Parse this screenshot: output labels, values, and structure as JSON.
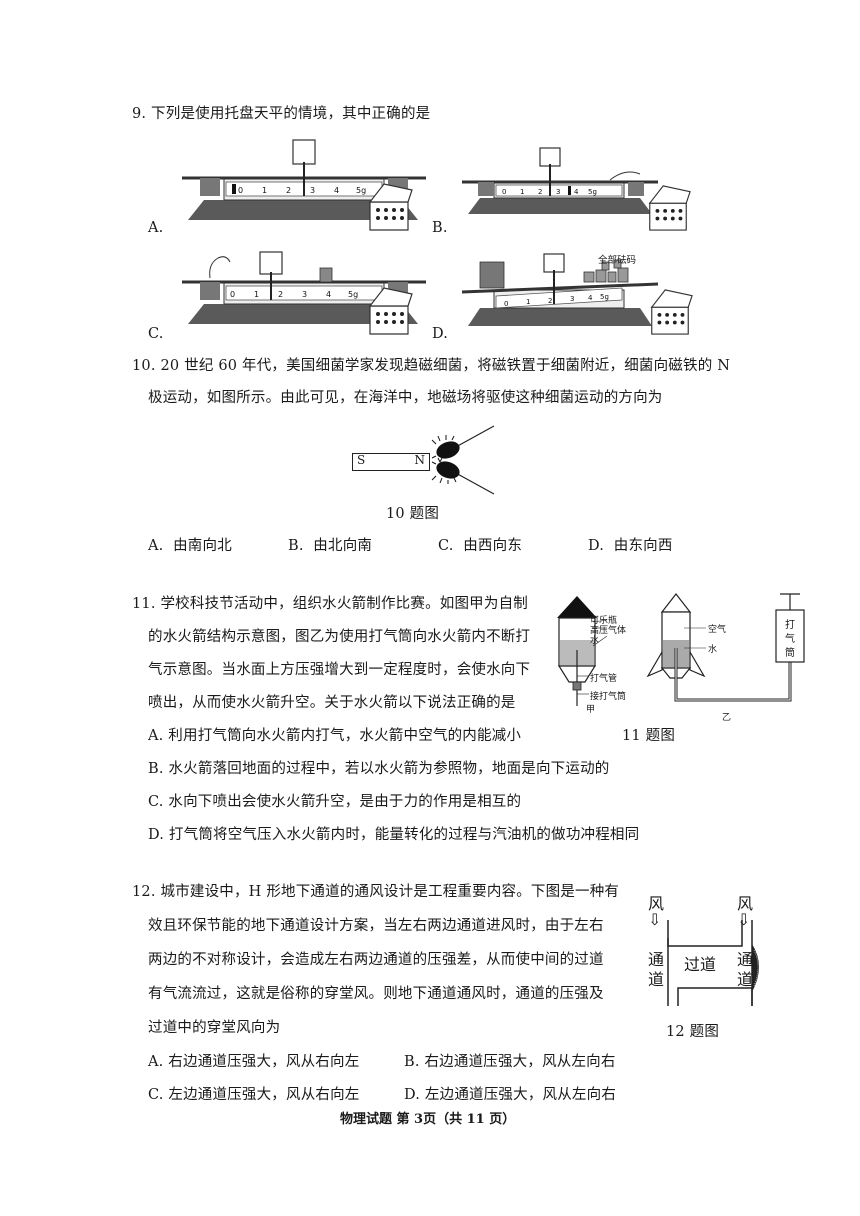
{
  "q9": {
    "stem": "9.  下列是使用托盘天平的情境，其中正确的是",
    "labels": [
      "A.",
      "B.",
      "C.",
      "D."
    ],
    "scale_ticks": [
      "0",
      "1",
      "2",
      "3",
      "4",
      "5g"
    ],
    "all_weights_label": "全部砝码"
  },
  "q10": {
    "stem_line1": "10. 20 世纪 60 年代，美国细菌学家发现趋磁细菌，将磁铁置于细菌附近，细菌向磁铁的 N",
    "stem_line2": "极运动，如图所示。由此可见，在海洋中，地磁场将驱使这种细菌运动的方向为",
    "magnet_s": "S",
    "magnet_n": "N",
    "caption": "10 题图",
    "options": [
      {
        "letter": "A.",
        "text": "由南向北"
      },
      {
        "letter": "B.",
        "text": "由北向南"
      },
      {
        "letter": "C.",
        "text": "由西向东"
      },
      {
        "letter": "D.",
        "text": "由东向西"
      }
    ]
  },
  "q11": {
    "stem_lines": [
      "11.  学校科技节活动中，组织水火箭制作比赛。如图甲为自制",
      "的水火箭结构示意图，图乙为使用打气筒向水火箭内不断打",
      "气示意图。当水面上方压强增大到一定程度时，会使水向下",
      "喷出，从而使水火箭升空。关于水火箭以下说法正确的是"
    ],
    "options": [
      "A.  利用打气筒向水火箭内打气，水火箭中空气的内能减小",
      "B.  水火箭落回地面的过程中，若以水火箭为参照物，地面是向下运动的",
      "C.  水向下喷出会使水火箭升空，是由于力的作用是相互的",
      "D.  打气筒将空气压入水火箭内时，能量转化的过程与汽油机的做功冲程相同"
    ],
    "caption": "11 题图",
    "fig_a_labels": [
      "可乐瓶",
      "高压气体",
      "水",
      "打气管",
      "接打气筒",
      "甲"
    ],
    "fig_b_labels": [
      "空气",
      "水",
      "打",
      "气",
      "筒",
      "乙"
    ]
  },
  "q12": {
    "stem_lines": [
      "12.  城市建设中，H 形地下通道的通风设计是工程重要内容。下图是一种有",
      "效且环保节能的地下通道设计方案，当左右两边通道进风时，由于左右",
      "两边的不对称设计，会造成左右两边通道的压强差，从而使中间的过道",
      "有气流流过，这就是俗称的穿堂风。则地下通道通风时，通道的压强及",
      "过道中的穿堂风向为"
    ],
    "options": [
      "A.  右边通道压强大，风从右向左",
      "B.  右边通道压强大，风从左向右",
      "C.  左边通道压强大，风从右向左",
      "D.  左边通道压强大，风从左向右"
    ],
    "caption": "12 题图",
    "wind": "风",
    "arrow": "⇩",
    "tong": "通",
    "dao": "道",
    "guodao": "过道"
  },
  "footer": "物理试题  第 3页（共 11 页）"
}
